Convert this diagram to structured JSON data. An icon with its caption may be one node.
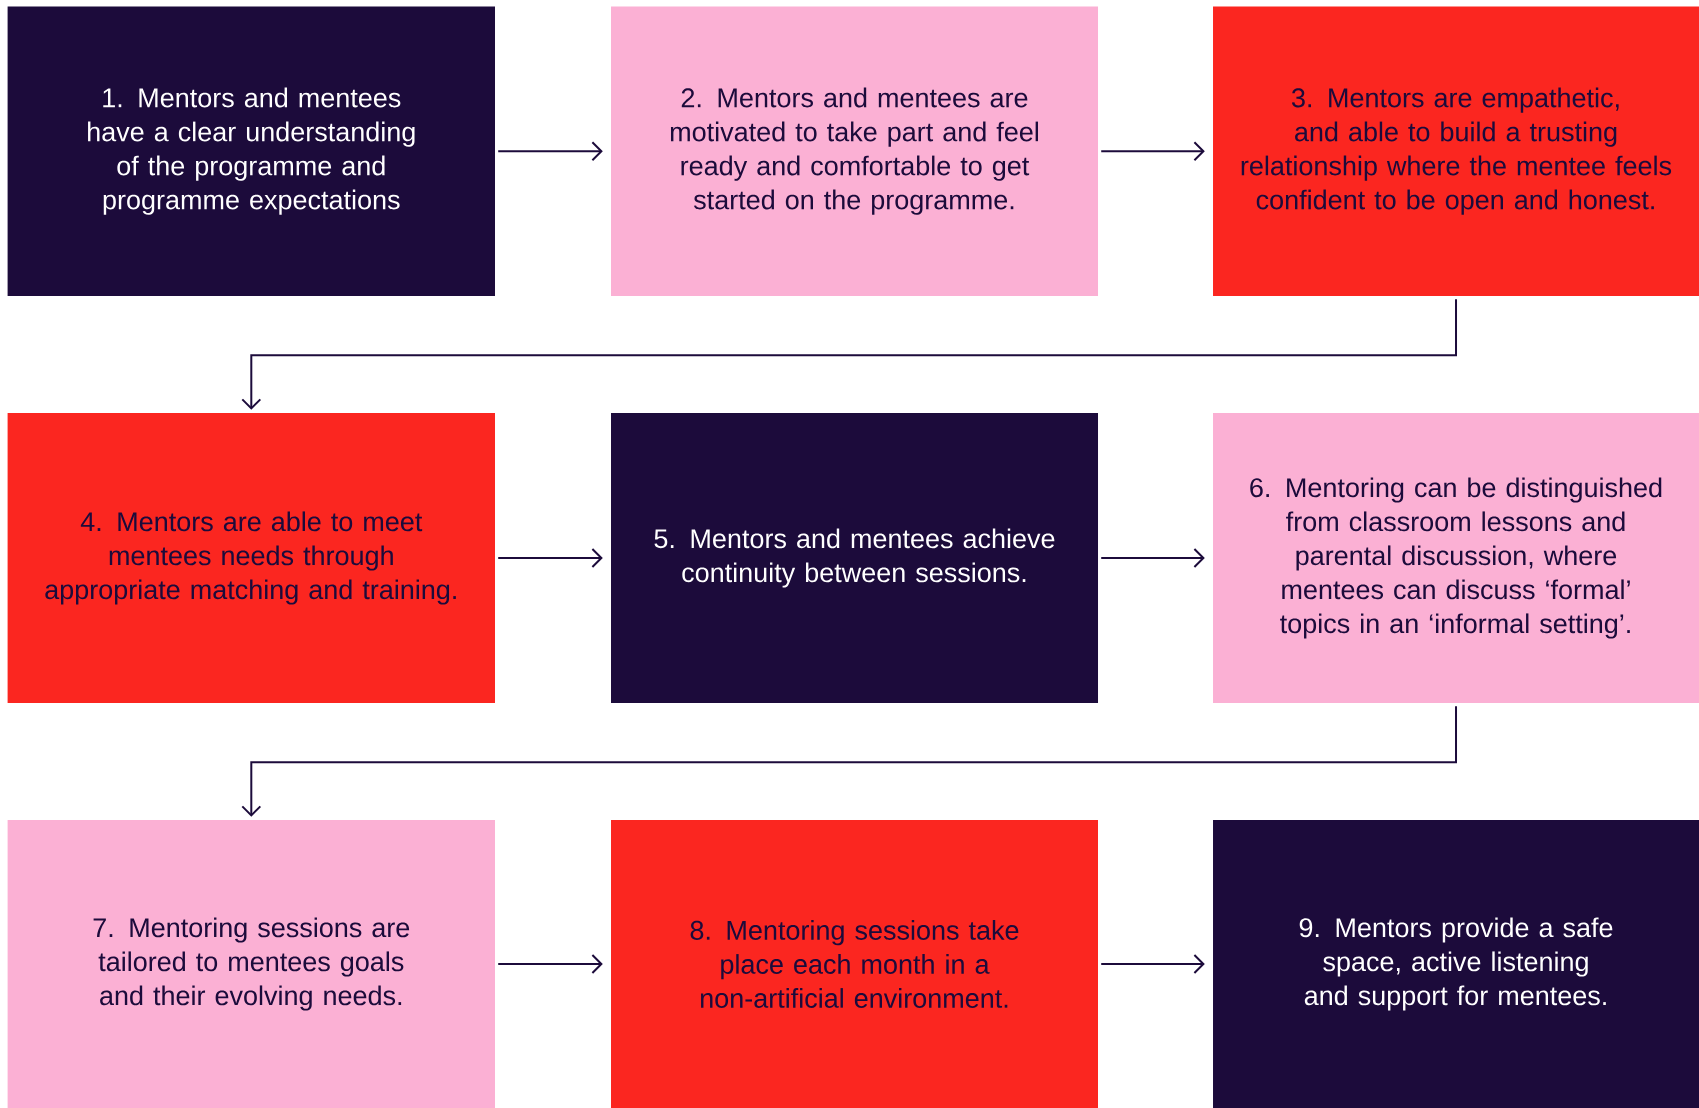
{
  "diagram": {
    "nodes": [
      {
        "text": [
          "1. Mentors and mentees have a clear understanding of the programme and programme expectations"
        ]
      },
      {
        "text": [
          "2. Mentors and mentees are motivated to take part and feel ready and comfortable to get started on the programme."
        ]
      },
      {
        "text": [
          "3. Mentors are empathetic, and able to build a trusting relationship where the mentee feels confident to be open and honest."
        ]
      },
      {
        "text": [
          "4. Mentors are able to meet mentees needs through appropriate matching and training."
        ]
      },
      {
        "text": [
          "5. Mentors and mentees achieve continuity between sessions."
        ]
      },
      {
        "text": [
          "6. Mentoring can be distinguished from classroom lessons and parental discussion, where mentees can discuss ‘formal’ topics in an ‘informal setting’."
        ]
      },
      {
        "text": [
          "7. Mentoring sessions are tailored to mentees goals and their evolving needs."
        ]
      },
      {
        "text": [
          "8. Mentoring sessions take place each month in a non-artificial environment."
        ]
      },
      {
        "text": [
          "9. Mentors provide a safe space, active listening and support for mentees."
        ]
      }
    ],
    "edges": [
      {
        "from": 0,
        "to": 1,
        "arrow": "to"
      },
      {
        "from": 1,
        "to": 2,
        "arrow": "to"
      },
      {
        "from": 2,
        "to": 3,
        "arrow": "to"
      },
      {
        "from": 3,
        "to": 4,
        "arrow": "to"
      },
      {
        "from": 4,
        "to": 5,
        "arrow": "to"
      },
      {
        "from": 5,
        "to": 6,
        "arrow": "to"
      },
      {
        "from": 6,
        "to": 7,
        "arrow": "to"
      },
      {
        "from": 7,
        "to": 8,
        "arrow": "to"
      }
    ]
  }
}
